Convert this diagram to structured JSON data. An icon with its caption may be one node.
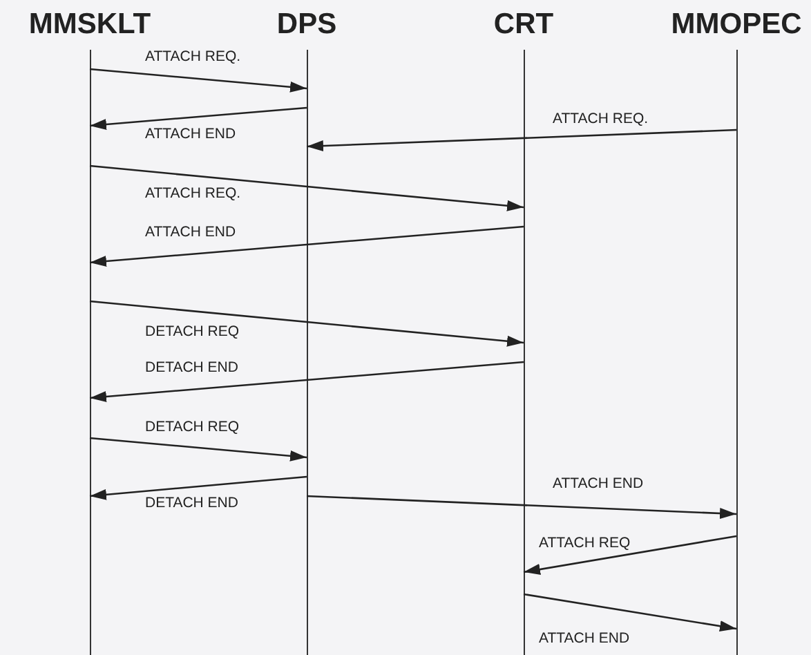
{
  "diagram": {
    "nodes": [
      {
        "text": [
          "MMSKLT"
        ]
      },
      {
        "text": [
          "DPS"
        ]
      },
      {
        "text": [
          "CRT"
        ]
      },
      {
        "text": [
          "MMOPEC"
        ]
      }
    ],
    "edges": [
      {
        "from": 0,
        "to": 1,
        "arrow": "to",
        "label": "ATTACH REQ."
      },
      {
        "from": 1,
        "to": 0,
        "arrow": "to",
        "label": "ATTACH END"
      },
      {
        "from": 3,
        "to": 1,
        "arrow": "to",
        "label": "ATTACH REQ."
      },
      {
        "from": 0,
        "to": 2,
        "arrow": "to",
        "label": "ATTACH REQ."
      },
      {
        "from": 2,
        "to": 0,
        "arrow": "to",
        "label": "ATTACH END"
      },
      {
        "from": 0,
        "to": 2,
        "arrow": "to",
        "label": "DETACH REQ"
      },
      {
        "from": 2,
        "to": 0,
        "arrow": "to",
        "label": "DETACH END"
      },
      {
        "from": 0,
        "to": 1,
        "arrow": "to",
        "label": "DETACH REQ"
      },
      {
        "from": 1,
        "to": 0,
        "arrow": "to",
        "label": "DETACH END"
      },
      {
        "from": 1,
        "to": 3,
        "arrow": "to",
        "label": "ATTACH END"
      },
      {
        "from": 3,
        "to": 2,
        "arrow": "to",
        "label": "ATTACH REQ"
      },
      {
        "from": 2,
        "to": 3,
        "arrow": "to",
        "label": "ATTACH END"
      }
    ]
  }
}
